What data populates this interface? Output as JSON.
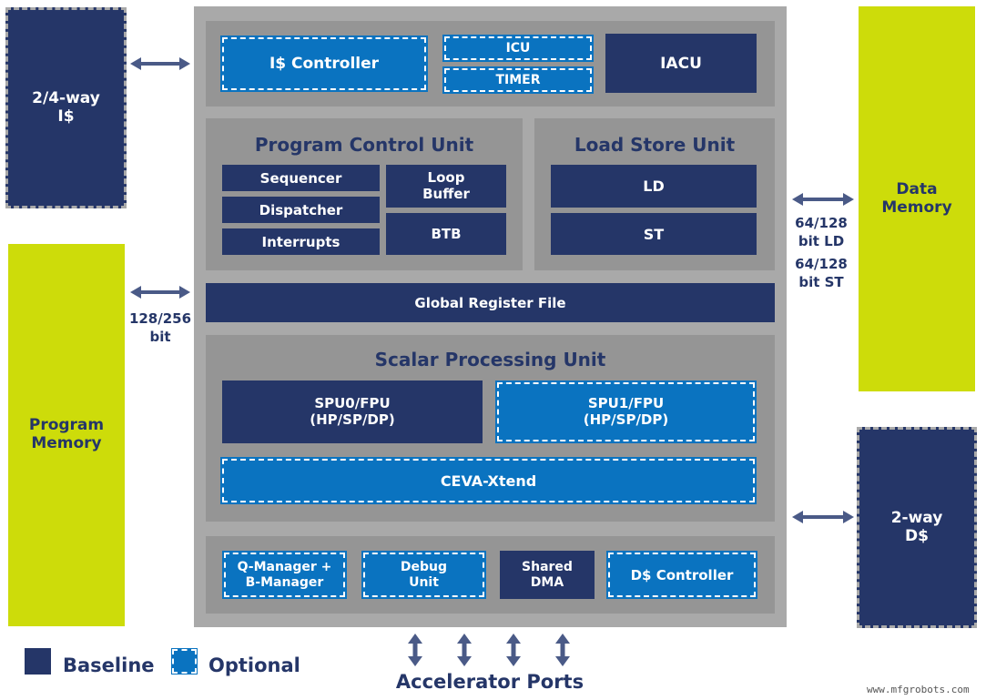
{
  "left": {
    "icache": "2/4-way\nI$",
    "program_memory": "Program\nMemory",
    "bus_label": "128/256\nbit"
  },
  "right": {
    "data_memory": "Data\nMemory",
    "ld_label": "64/128\nbit LD",
    "st_label": "64/128\nbit ST",
    "dcache": "2-way\nD$"
  },
  "top_row": {
    "icache_controller": "I$ Controller",
    "icu": "ICU",
    "timer": "TIMER",
    "iacu": "IACU"
  },
  "pcu": {
    "title": "Program Control Unit",
    "sequencer": "Sequencer",
    "dispatcher": "Dispatcher",
    "interrupts": "Interrupts",
    "loop_buffer": "Loop\nBuffer",
    "btb": "BTB"
  },
  "lsu": {
    "title": "Load Store Unit",
    "ld": "LD",
    "st": "ST"
  },
  "global_register_file": "Global Register File",
  "spu": {
    "title": "Scalar Processing Unit",
    "spu0": "SPU0/FPU\n(HP/SP/DP)",
    "spu1": "SPU1/FPU\n(HP/SP/DP)",
    "xtend": "CEVA-Xtend"
  },
  "bottom_row": {
    "qmanager": "Q-Manager +\nB-Manager",
    "debug": "Debug\nUnit",
    "shared_dma": "Shared\nDMA",
    "dcache_controller": "D$ Controller"
  },
  "legend": {
    "baseline": "Baseline",
    "optional": "Optional"
  },
  "accelerator_ports": "Accelerator Ports",
  "watermark": "www.mfgrobots.com",
  "colors": {
    "baseline": "#253668",
    "optional": "#0a73c0",
    "memory": "#cddc0a",
    "panel": "#a9a9a9"
  }
}
